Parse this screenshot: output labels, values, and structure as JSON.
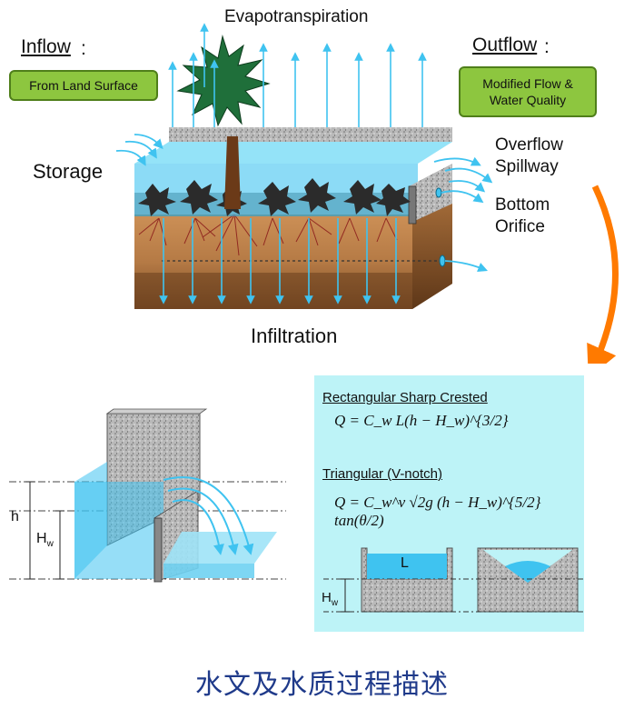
{
  "labels": {
    "evapotranspiration": "Evapotranspiration",
    "inflow_title": "Inflow",
    "inflow_colon": ":",
    "inflow_box": "From Land Surface",
    "outflow_title": "Outflow",
    "outflow_colon": ":",
    "outflow_box_line1": "Modified Flow &",
    "outflow_box_line2": "Water Quality",
    "storage": "Storage",
    "overflow_line1": "Overflow",
    "overflow_line2": "Spillway",
    "bottom_line1": "Bottom",
    "bottom_line2": "Orifice",
    "infiltration": "Infiltration",
    "weir_h": "h",
    "weir_hw_main": "H",
    "weir_hw_sub": "w"
  },
  "formulas": {
    "rect_title": "Rectangular Sharp Crested",
    "rect_eq": "Q = C_w L(h − H_w)^{3/2}",
    "tri_title": "Triangular (V-notch)",
    "tri_eq": "Q = C_w^v √2g (h − H_w)^{5/2} tan(θ/2)",
    "rect_L": "L",
    "hw_main": "H",
    "hw_sub": "w"
  },
  "bottom_title": "水文及水质过程描述",
  "colors": {
    "water": "#3fc3f0",
    "water_light": "#9fe3f7",
    "green_box": "#8dc63f",
    "panel": "#bdf3f7",
    "arrow_orange": "#ff7a00",
    "soil": "#c08a55",
    "title_blue": "#1f3a8a"
  }
}
